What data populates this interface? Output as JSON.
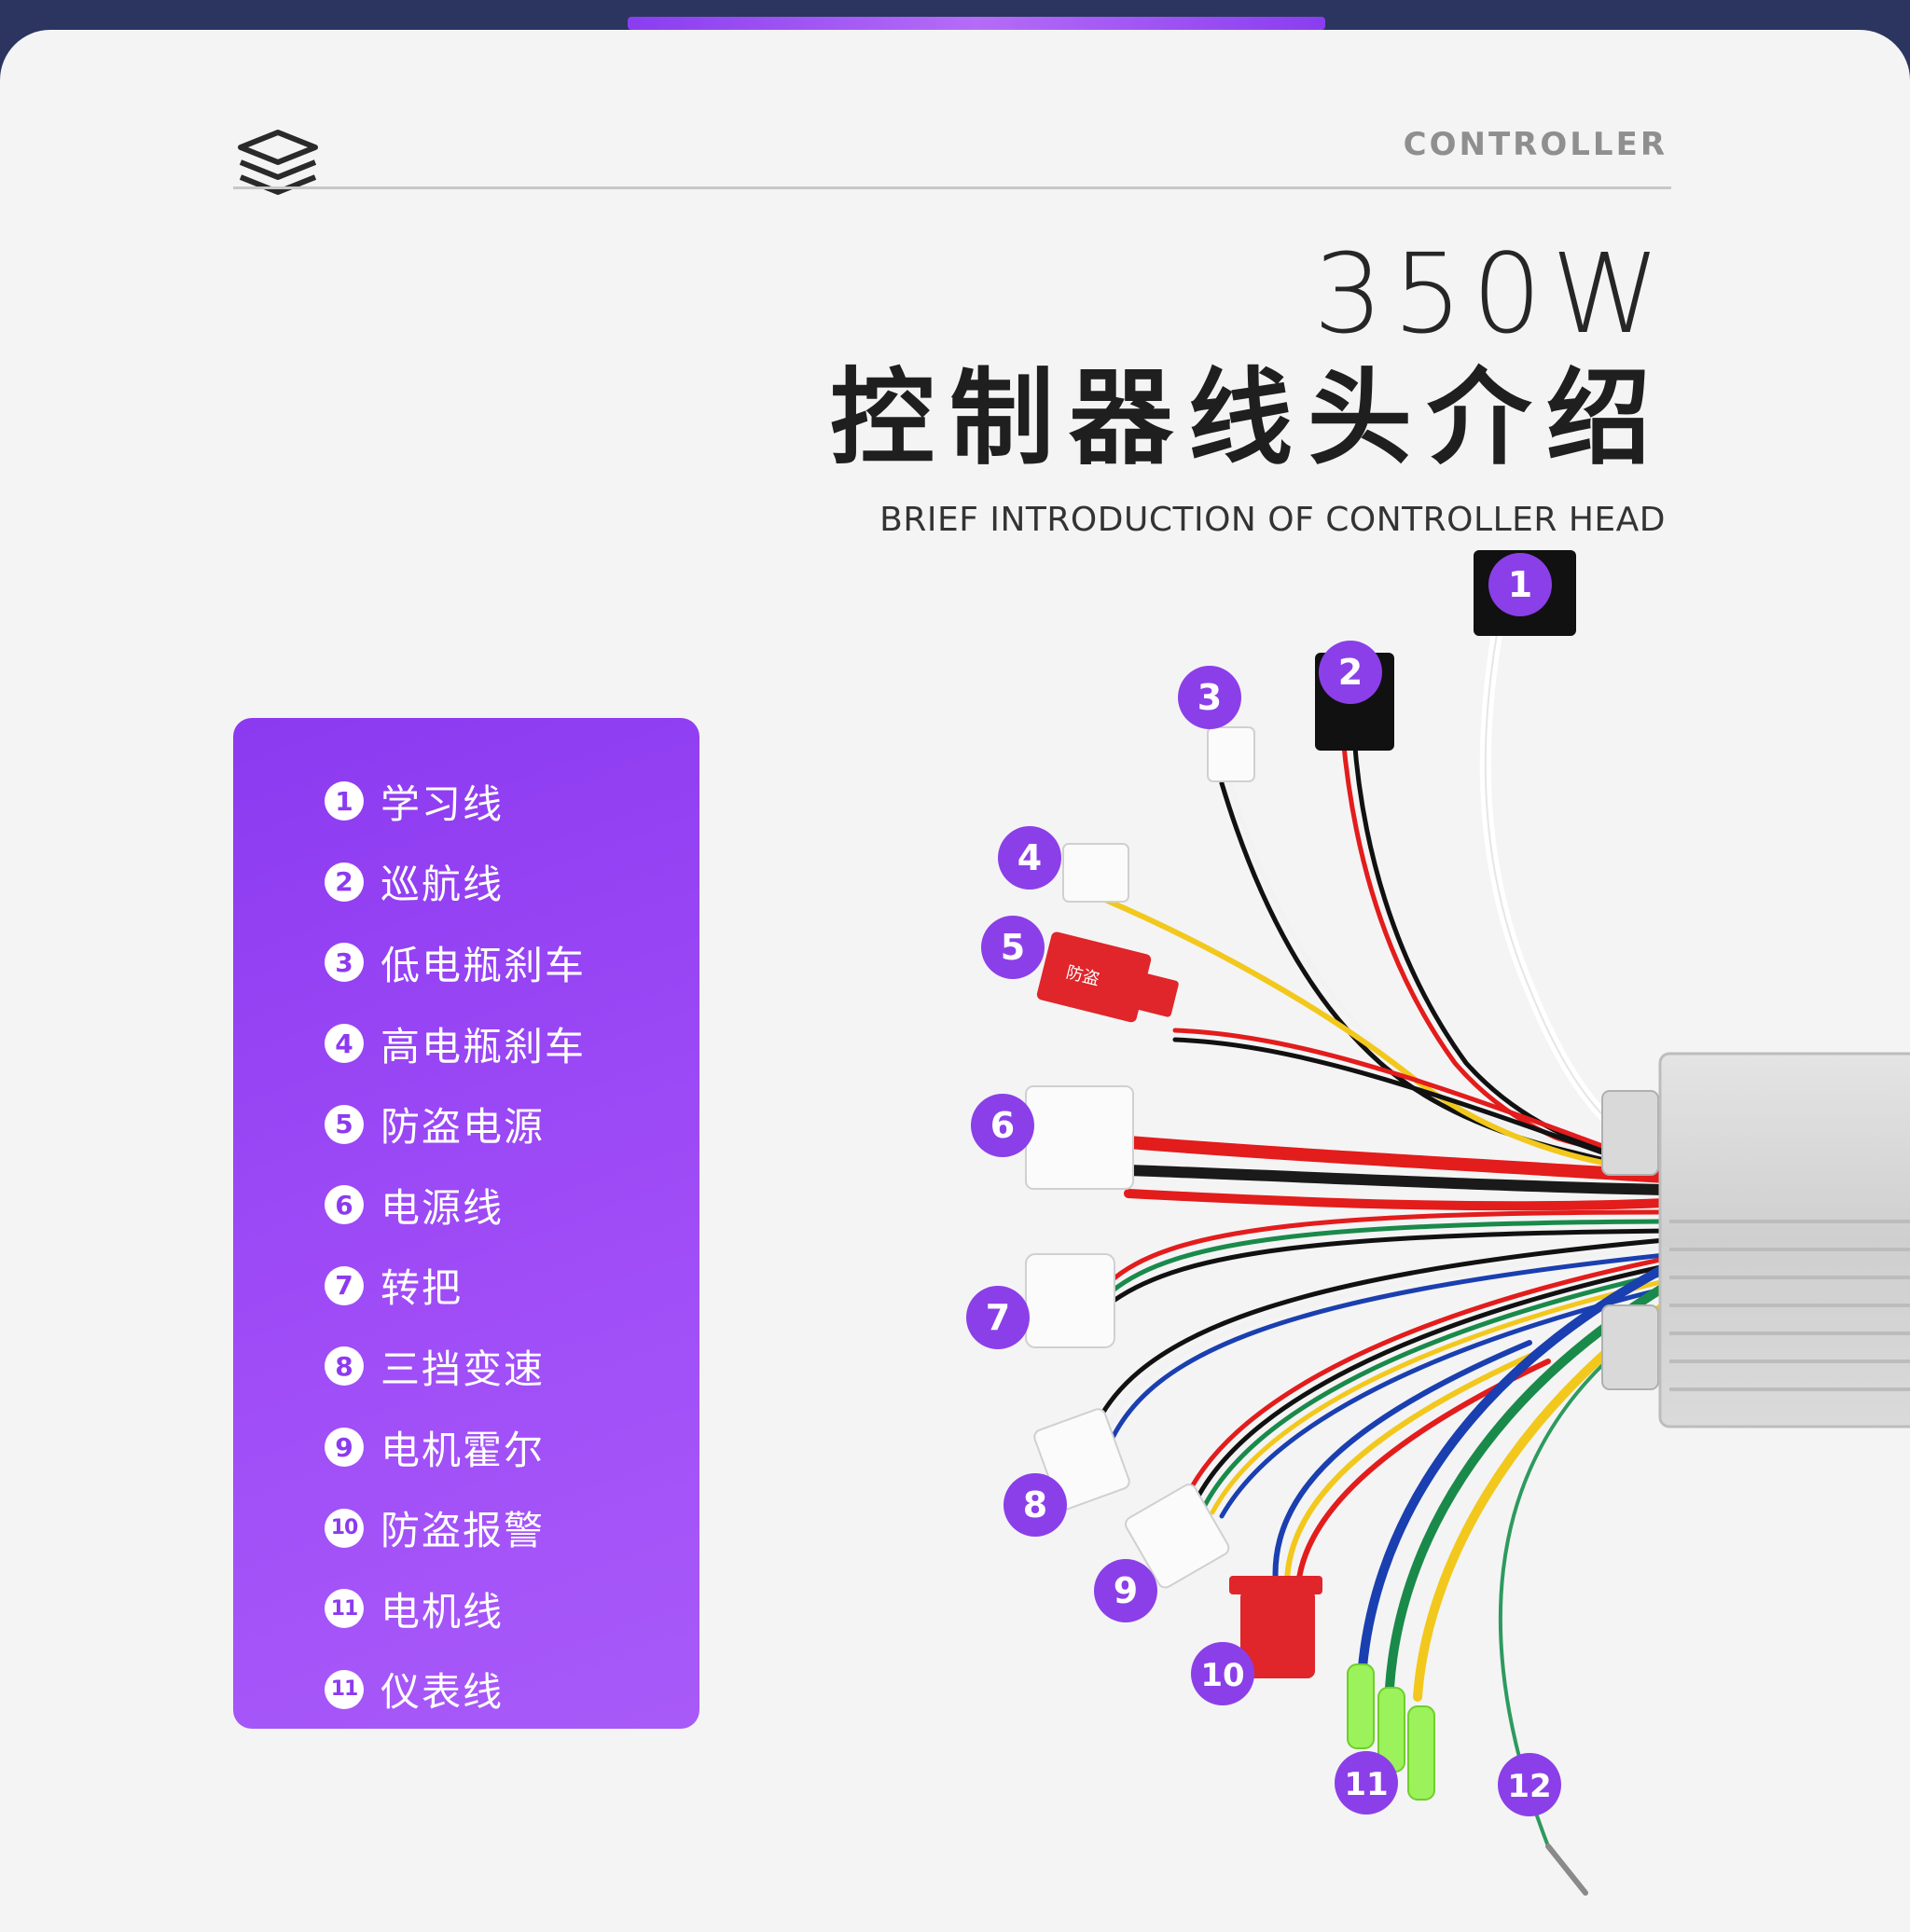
{
  "header": {
    "brand": "CONTROLLER",
    "power": "350W",
    "title_cn": "控制器线头介绍",
    "title_en": "BRIEF INTRODUCTION OF CONTROLLER HEAD",
    "logo_icon": "layers-icon"
  },
  "legend": {
    "items": [
      {
        "num": "1",
        "label": "学习线"
      },
      {
        "num": "2",
        "label": "巡航线"
      },
      {
        "num": "3",
        "label": "低电瓶刹车"
      },
      {
        "num": "4",
        "label": "高电瓶刹车"
      },
      {
        "num": "5",
        "label": "防盗电源"
      },
      {
        "num": "6",
        "label": "电源线"
      },
      {
        "num": "7",
        "label": "转把"
      },
      {
        "num": "8",
        "label": "三挡变速"
      },
      {
        "num": "9",
        "label": "电机霍尔"
      },
      {
        "num": "10",
        "label": "防盗报警"
      },
      {
        "num": "11",
        "label": "电机线"
      },
      {
        "num": "11",
        "label": "仪表线"
      }
    ]
  },
  "photo": {
    "callouts": [
      "1",
      "2",
      "3",
      "4",
      "5",
      "6",
      "7",
      "8",
      "9",
      "10",
      "11",
      "12"
    ],
    "connector_5_text": "防盗"
  },
  "colors": {
    "accent": "#8c3af0",
    "badge": "#8b3fe8",
    "page_bg": "#2b3560",
    "card_bg": "#f4f4f5"
  }
}
